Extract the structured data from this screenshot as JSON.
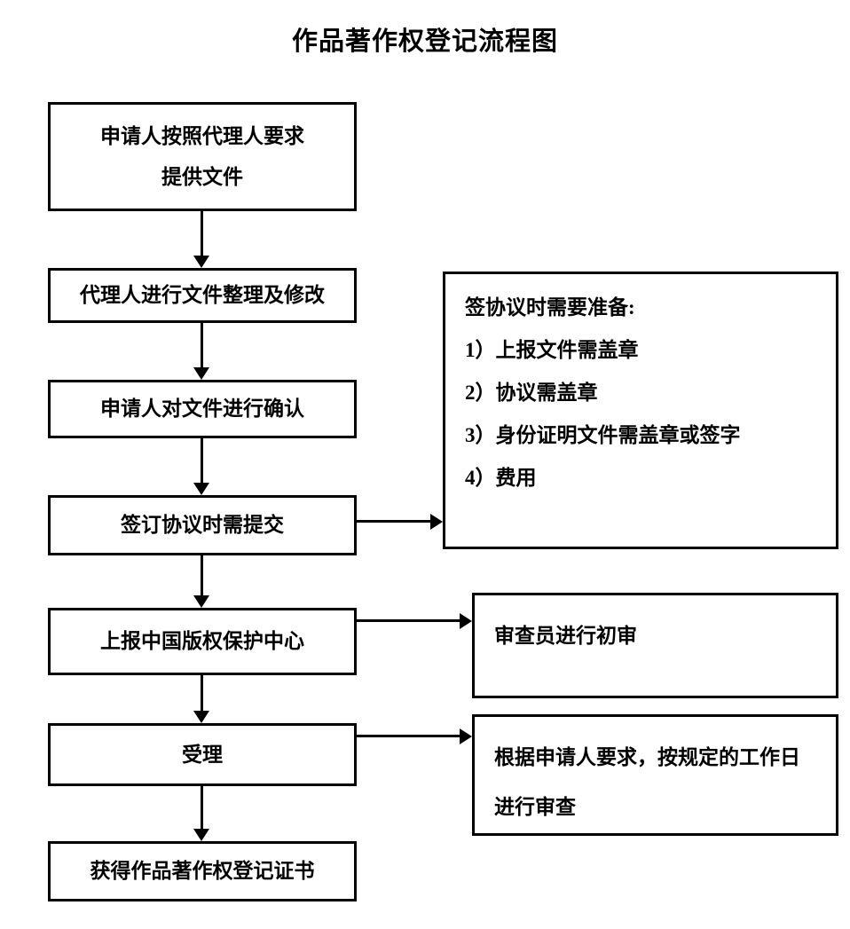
{
  "title": "作品著作权登记流程图",
  "flow": {
    "nodes": [
      {
        "id": "node-1",
        "lines": [
          "申请人按照代理人要求",
          "提供文件"
        ]
      },
      {
        "id": "node-2",
        "lines": [
          "代理人进行文件整理及修改"
        ]
      },
      {
        "id": "node-3",
        "lines": [
          "申请人对文件进行确认"
        ]
      },
      {
        "id": "node-4",
        "lines": [
          "签订协议时需提交"
        ]
      },
      {
        "id": "node-5",
        "lines": [
          "上报中国版权保护中心"
        ]
      },
      {
        "id": "node-6",
        "lines": [
          "受理"
        ]
      },
      {
        "id": "node-7",
        "lines": [
          "获得作品著作权登记证书"
        ]
      }
    ],
    "panels": [
      {
        "id": "panel-requirements",
        "heading": "签协议时需要准备:",
        "items": [
          "1）上报文件需盖章",
          "2）协议需盖章",
          "3）身份证明文件需盖章或签字",
          "4）费用"
        ]
      },
      {
        "id": "panel-first-review",
        "lines": [
          "审查员进行初审"
        ]
      },
      {
        "id": "panel-examination",
        "lines": [
          "根据申请人要求，按规定的工作日",
          "进行审查"
        ]
      }
    ],
    "connectors": [
      {
        "id": "connector-1-2",
        "type": "down"
      },
      {
        "id": "connector-2-3",
        "type": "down"
      },
      {
        "id": "connector-3-4",
        "type": "down"
      },
      {
        "id": "connector-4-5",
        "type": "down"
      },
      {
        "id": "connector-5-6",
        "type": "down"
      },
      {
        "id": "connector-6-7",
        "type": "down"
      },
      {
        "id": "connector-4-requirements",
        "type": "right"
      },
      {
        "id": "connector-5-first-review",
        "type": "right"
      },
      {
        "id": "connector-6-examination",
        "type": "right"
      }
    ]
  },
  "colors": {
    "stroke": "#000000",
    "background": "#ffffff",
    "text": "#000000"
  }
}
